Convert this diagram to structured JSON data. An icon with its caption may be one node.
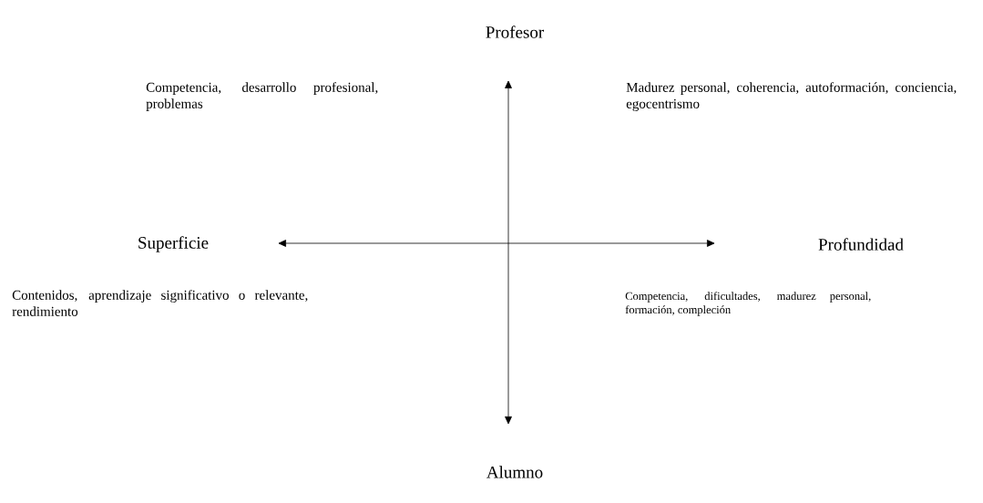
{
  "diagram": {
    "labels": [
      "Profesor",
      "Competencia, desarrollo profesional, problemas",
      "Madurez personal, coherencia, autoformación, conciencia, egocentrismo",
      "Superficie",
      "Profundidad",
      "Contenidos, aprendizaje significativo o relevante, rendimiento",
      "Competencia, dificultades, madurez personal, formación, compleción",
      "Alumno"
    ]
  }
}
